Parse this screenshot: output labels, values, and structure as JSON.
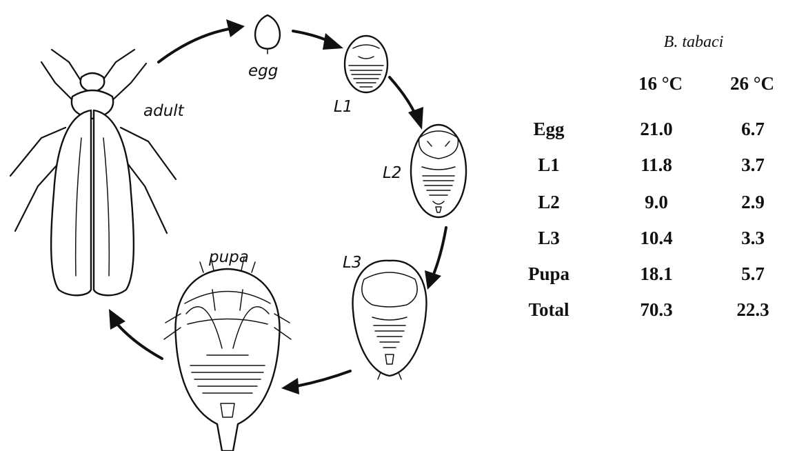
{
  "stages": {
    "egg": "egg",
    "l1": "L1",
    "l2": "L2",
    "l3": "L3",
    "pupa": "pupa",
    "adult": "adult"
  },
  "table": {
    "title": "B. tabaci",
    "columns": [
      "16 °C",
      "26 °C"
    ],
    "rows": [
      {
        "label": "Egg",
        "values": [
          "21.0",
          "6.7"
        ]
      },
      {
        "label": "L1",
        "values": [
          "11.8",
          "3.7"
        ]
      },
      {
        "label": "L2",
        "values": [
          "9.0",
          "2.9"
        ]
      },
      {
        "label": "L3",
        "values": [
          "10.4",
          "3.3"
        ]
      },
      {
        "label": "Pupa",
        "values": [
          "18.1",
          "5.7"
        ]
      },
      {
        "label": "Total",
        "values": [
          "70.3",
          "22.3"
        ]
      }
    ]
  }
}
